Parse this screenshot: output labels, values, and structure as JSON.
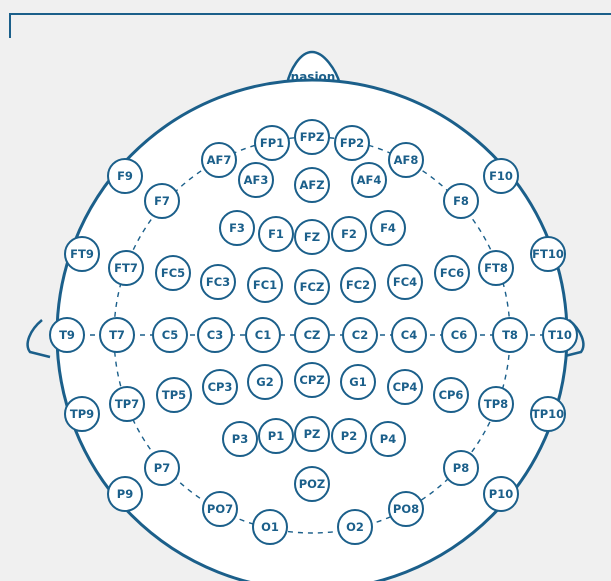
{
  "colors": {
    "background": "#f0f0f0",
    "head_fill": "#ffffff",
    "stroke": "#1b5f8a",
    "text": "#1b5f8a",
    "corner_bracket": "#1b5f8a"
  },
  "icons": {
    "head": "head-outline-icon",
    "nose": "nose-icon",
    "left_ear": "left-ear-icon",
    "right_ear": "right-ear-icon"
  },
  "nasion_label": "nasion",
  "electrodes": [
    {
      "id": "FP1"
    },
    {
      "id": "FPZ"
    },
    {
      "id": "FP2"
    },
    {
      "id": "AF7"
    },
    {
      "id": "AF8"
    },
    {
      "id": "AF3"
    },
    {
      "id": "AFZ"
    },
    {
      "id": "AF4"
    },
    {
      "id": "F9"
    },
    {
      "id": "F10"
    },
    {
      "id": "F7"
    },
    {
      "id": "F8"
    },
    {
      "id": "F3"
    },
    {
      "id": "F1"
    },
    {
      "id": "FZ"
    },
    {
      "id": "F2"
    },
    {
      "id": "F4"
    },
    {
      "id": "FT9"
    },
    {
      "id": "FT10"
    },
    {
      "id": "FT7"
    },
    {
      "id": "FT8"
    },
    {
      "id": "FC5"
    },
    {
      "id": "FC3"
    },
    {
      "id": "FC1"
    },
    {
      "id": "FCZ"
    },
    {
      "id": "FC2"
    },
    {
      "id": "FC4"
    },
    {
      "id": "FC6"
    },
    {
      "id": "T9"
    },
    {
      "id": "T7"
    },
    {
      "id": "C5"
    },
    {
      "id": "C3"
    },
    {
      "id": "C1"
    },
    {
      "id": "CZ"
    },
    {
      "id": "C2"
    },
    {
      "id": "C4"
    },
    {
      "id": "C6"
    },
    {
      "id": "T8"
    },
    {
      "id": "T10"
    },
    {
      "id": "TP9"
    },
    {
      "id": "TP7"
    },
    {
      "id": "TP5"
    },
    {
      "id": "CP3"
    },
    {
      "id": "G2"
    },
    {
      "id": "CPZ"
    },
    {
      "id": "G1"
    },
    {
      "id": "CP4"
    },
    {
      "id": "CP6"
    },
    {
      "id": "TP8"
    },
    {
      "id": "TP10"
    },
    {
      "id": "P3"
    },
    {
      "id": "P1"
    },
    {
      "id": "PZ"
    },
    {
      "id": "P2"
    },
    {
      "id": "P4"
    },
    {
      "id": "P7"
    },
    {
      "id": "P8"
    },
    {
      "id": "POZ"
    },
    {
      "id": "P9"
    },
    {
      "id": "P10"
    },
    {
      "id": "PO7"
    },
    {
      "id": "PO8"
    },
    {
      "id": "O1"
    },
    {
      "id": "O2"
    }
  ]
}
